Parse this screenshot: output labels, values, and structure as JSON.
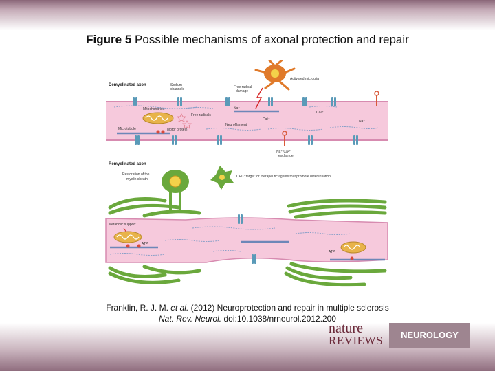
{
  "title": {
    "prefix": "Figure 5",
    "text": "Possible mechanisms of axonal protection and repair"
  },
  "diagram": {
    "demyelinated_label": "Demyelinated axon",
    "sodium_channels": [
      "Sodium",
      "channels"
    ],
    "activated_microglia": "Activated microglia",
    "free_radical_damage": [
      "Free radical",
      "damage"
    ],
    "mitochondrion": "Mitochondrion",
    "free_radicals": "Free radicals",
    "na_plus": "Na⁺",
    "ca2_plus": "Ca²⁺",
    "neurofilament": "Neurofilament",
    "microtubule": "Microtubule",
    "motor_protein": "Motor protein",
    "exchanger": [
      "Na⁺/Ca²⁺",
      "exchanger"
    ],
    "remyelinated_label": "Remyelinated axon",
    "restoration": [
      "Restoration of the",
      "myelin sheath"
    ],
    "opc": "OPC: target for therapeutic agents that promote differentiation",
    "metabolic_support": "Metabolic support",
    "atp": "ATP",
    "colors": {
      "axon": "#f6c9dc",
      "myelin": "#6aa83c",
      "neuron": "#5a9e8e",
      "mito": "#e8b34a",
      "microglia": "#e07a2a",
      "microtubule": "#6d87b8"
    }
  },
  "caption": {
    "author": "Franklin, R. J. M.",
    "etal": "et al.",
    "rest": "(2012) Neuroprotection and repair in multiple sclerosis",
    "journal": "Nat. Rev. Neurol.",
    "doi": "doi:10.1038/nrneurol.2012.200"
  },
  "logo": {
    "nature": "nature",
    "reviews": "REVIEWS",
    "neurology": "NEUROLOGY"
  }
}
